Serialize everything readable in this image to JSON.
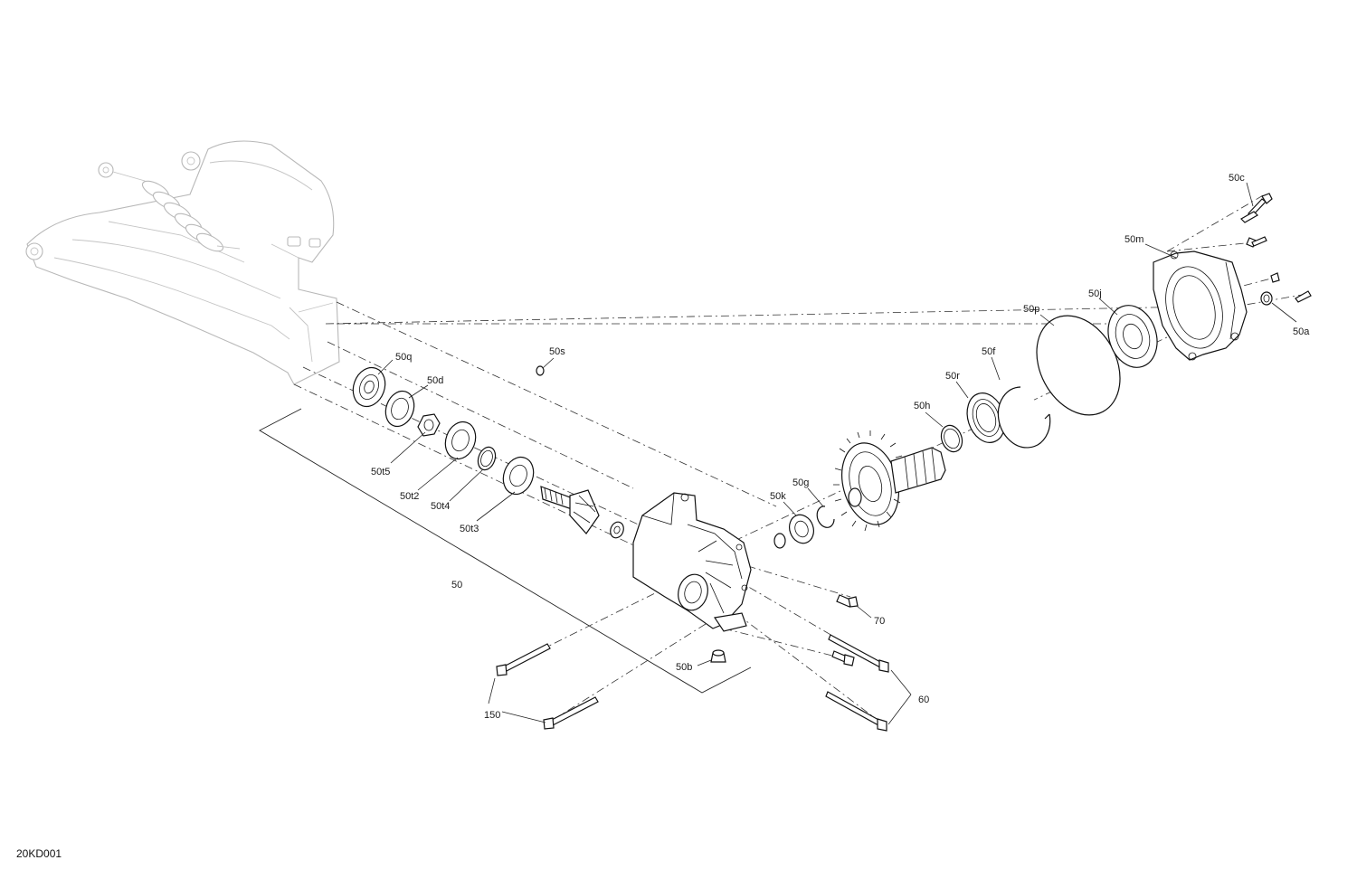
{
  "diagram_code": "20KD001",
  "labels": {
    "p50c": "50c",
    "p50m": "50m",
    "p50j": "50j",
    "p50a": "50a",
    "p50p": "50p",
    "p50f": "50f",
    "p50r": "50r",
    "p50h": "50h",
    "p50g": "50g",
    "p50k": "50k",
    "p50s": "50s",
    "p50q": "50q",
    "p50d": "50d",
    "p50t5": "50t5",
    "p50t2": "50t2",
    "p50t4": "50t4",
    "p50t3": "50t3",
    "p50": "50",
    "p70": "70",
    "p50b": "50b",
    "p60": "60",
    "p150": "150"
  }
}
